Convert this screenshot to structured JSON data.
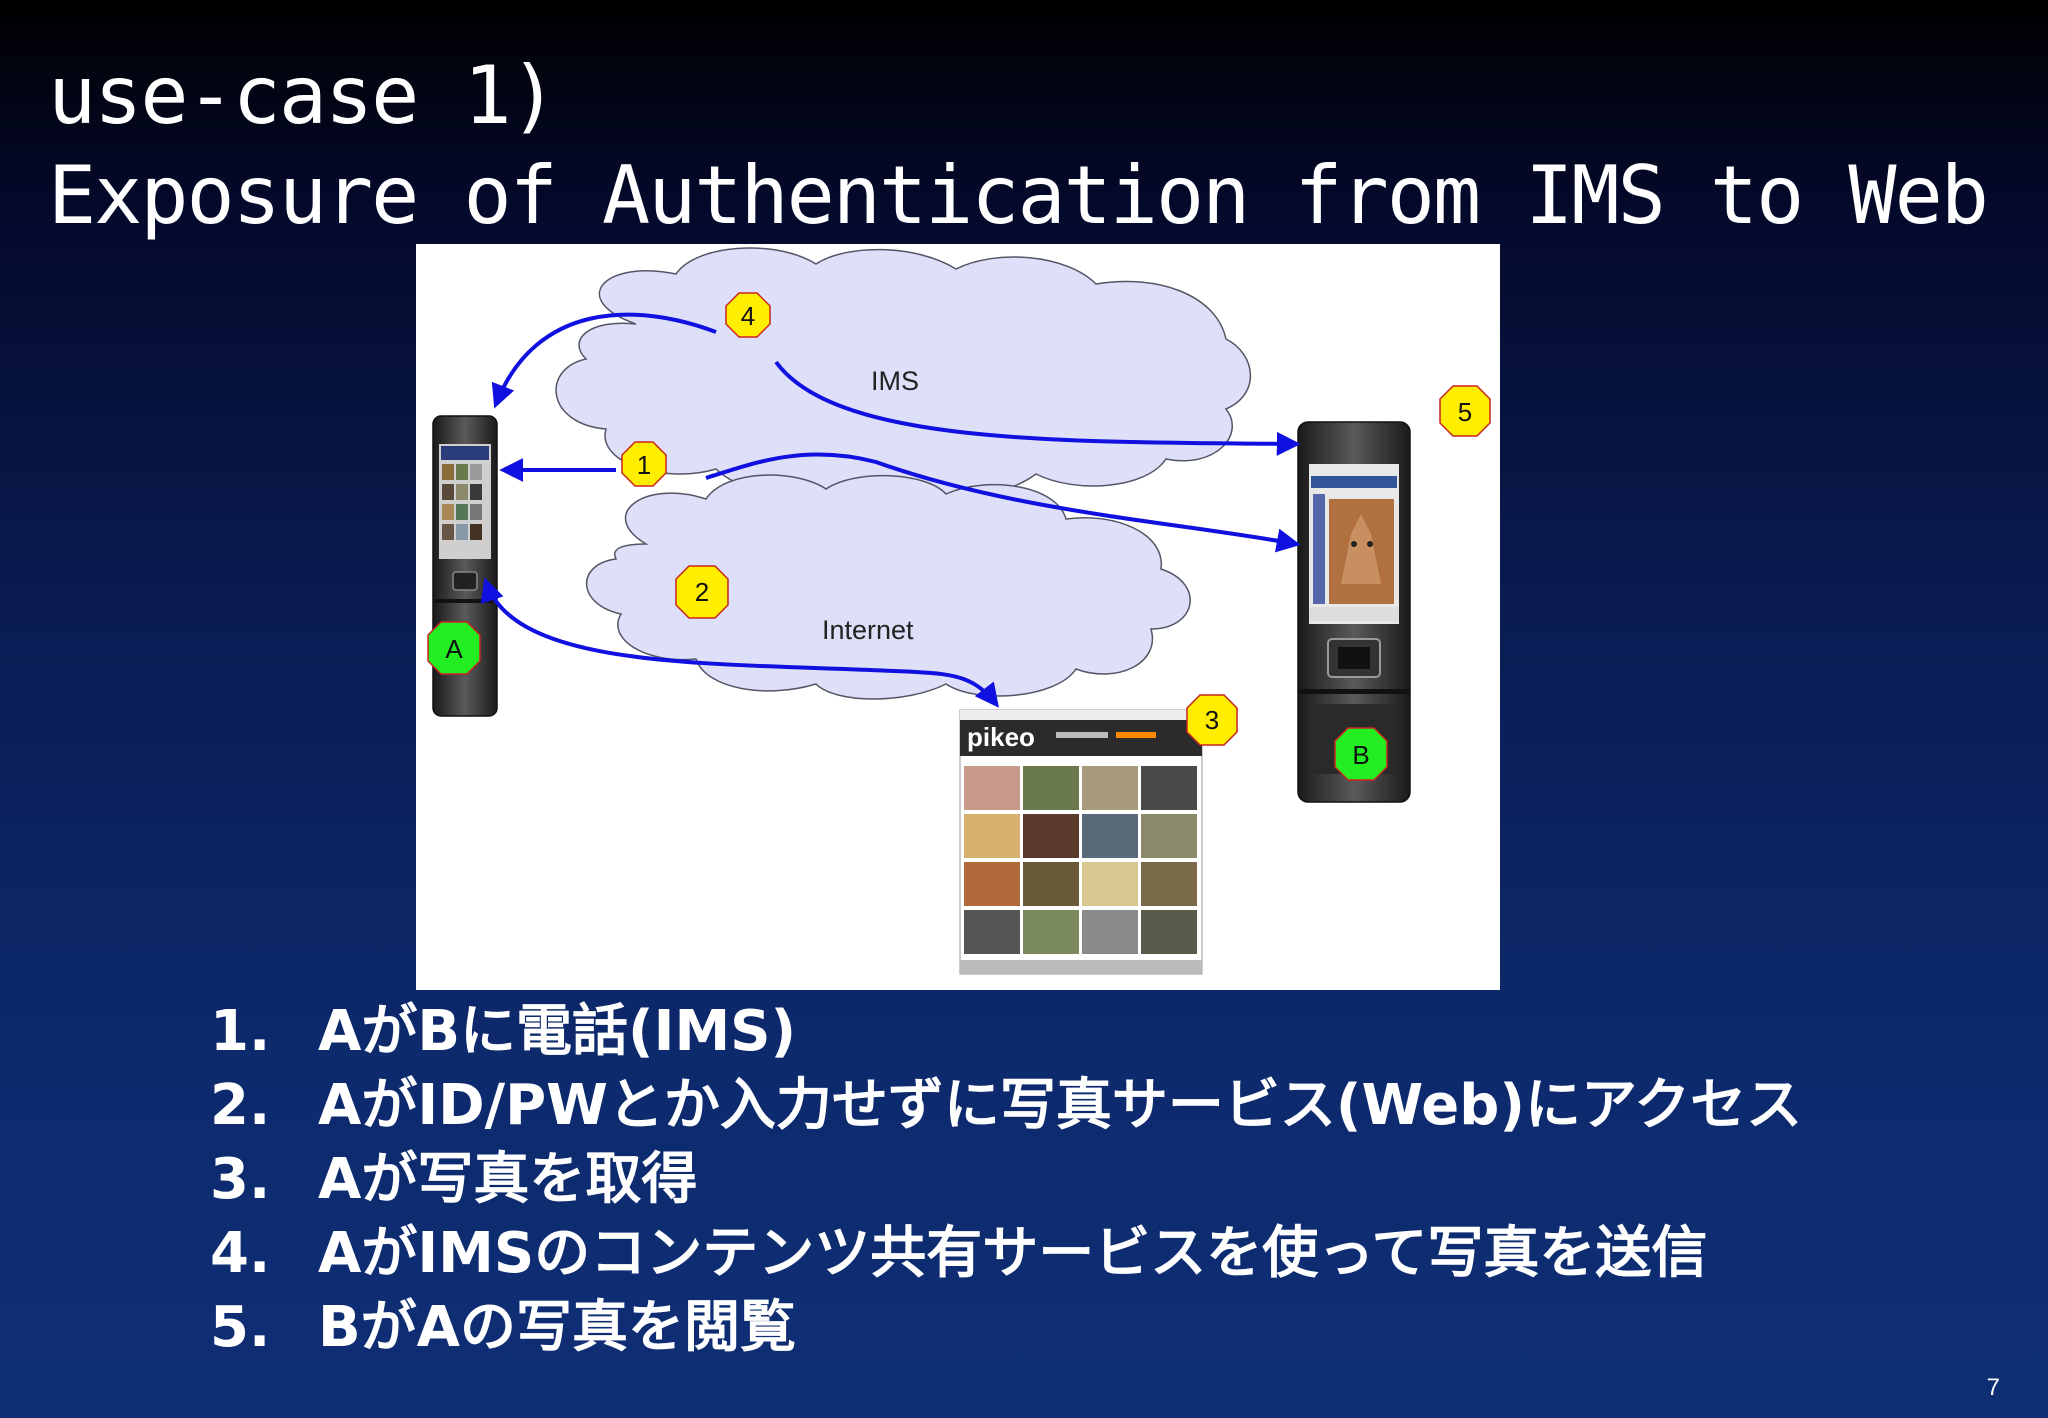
{
  "slide": {
    "title_line1": "use-case 1)",
    "title_line2": "Exposure of Authentication from IMS to Web",
    "page_number": "7"
  },
  "diagram": {
    "cloud_ims_label": "IMS",
    "cloud_internet_label": "Internet",
    "markers": [
      "1",
      "2",
      "3",
      "4",
      "5"
    ],
    "node_a_label": "A",
    "node_b_label": "B",
    "web_logo": "pikeo",
    "colors": {
      "arrow": "#1010e0",
      "marker_yellow": "#ffee00",
      "marker_border": "#cc2222",
      "node_green": "#22ee22",
      "cloud_fill": "#dde0f8",
      "cloud_stroke": "#555566"
    }
  },
  "steps": [
    {
      "num": "1.",
      "text": "AがBに電話(IMS)"
    },
    {
      "num": "2.",
      "text": "AがID/PWとか入力せずに写真サービス(Web)にアクセス"
    },
    {
      "num": "3.",
      "text": "Aが写真を取得"
    },
    {
      "num": "4.",
      "text": "AがIMSのコンテンツ共有サービスを使って写真を送信"
    },
    {
      "num": "5.",
      "text": "BがAの写真を閲覧"
    }
  ]
}
